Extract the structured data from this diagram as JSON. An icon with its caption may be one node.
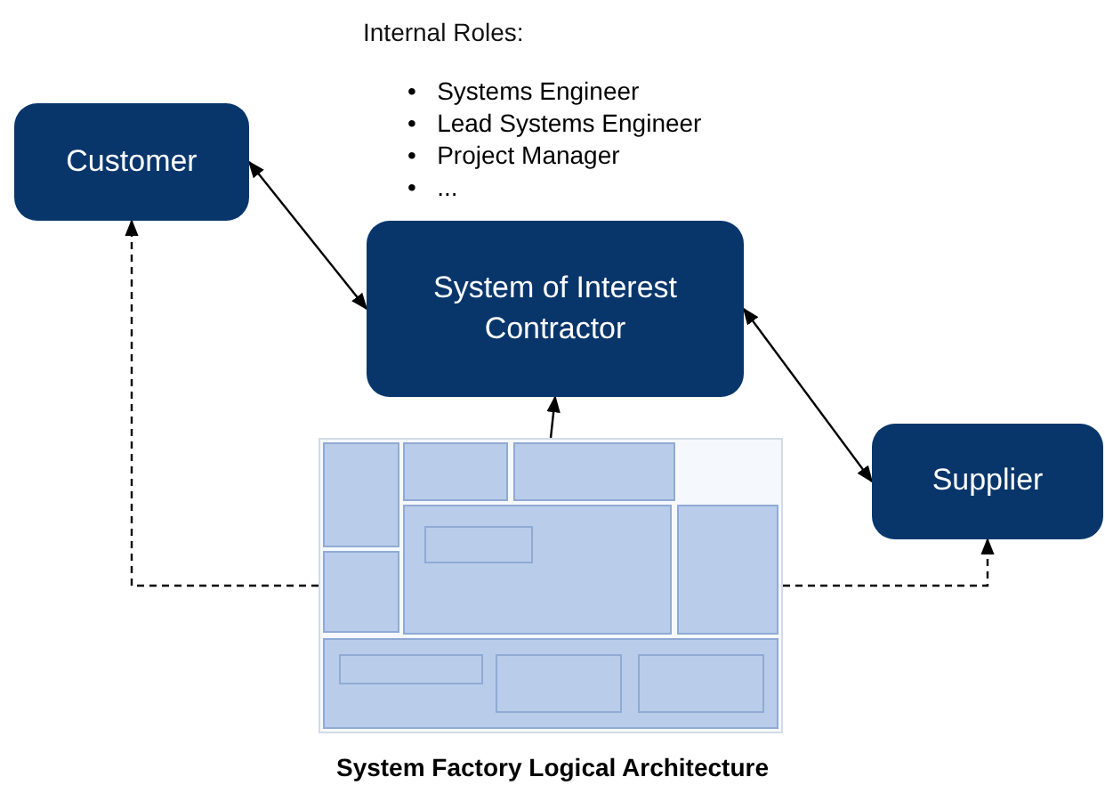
{
  "diagram": {
    "caption": "System Factory Logical Architecture",
    "nodes": [
      {
        "text": [
          "Customer"
        ]
      },
      {
        "text": [
          "System of Interest Contractor"
        ]
      },
      {
        "text": [
          "Supplier"
        ]
      },
      {
        "text": [],
        "shape": "picture"
      }
    ],
    "edges": [
      {
        "from": 0,
        "to": 1,
        "arrow": "both"
      },
      {
        "from": 1,
        "to": 2,
        "arrow": "both"
      },
      {
        "from": 3,
        "to": 1,
        "arrow": "to"
      },
      {
        "from": 3,
        "to": 0,
        "arrow": "to",
        "style": "dashed"
      },
      {
        "from": 3,
        "to": 2,
        "arrow": "to",
        "style": "dashed"
      }
    ],
    "labels": [
      "Internal Roles:",
      "•   Systems Engineer",
      "•   Lead Systems Engineer",
      "•   Project Manager",
      "•   ..."
    ]
  }
}
